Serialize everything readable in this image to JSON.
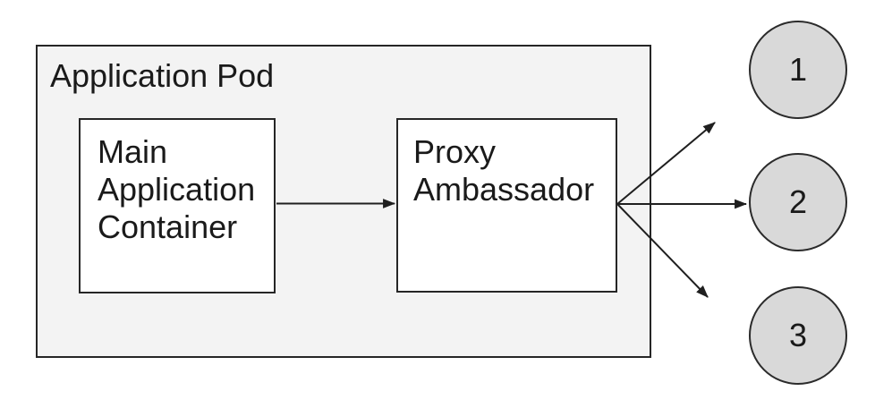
{
  "diagram": {
    "pod": {
      "label": "Application Pod"
    },
    "boxes": {
      "main": {
        "label": "Main\nApplication\nContainer"
      },
      "proxy": {
        "label": "Proxy\nAmbassador"
      }
    },
    "nodes": [
      {
        "value": "1"
      },
      {
        "value": "2"
      },
      {
        "value": "3"
      }
    ],
    "connections": [
      {
        "from": "main-application-container",
        "to": "proxy-ambassador"
      },
      {
        "from": "proxy-ambassador",
        "to": "node-1"
      },
      {
        "from": "proxy-ambassador",
        "to": "node-2"
      },
      {
        "from": "proxy-ambassador",
        "to": "node-3"
      }
    ],
    "colors": {
      "background": "#ffffff",
      "pod_fill": "#f3f3f3",
      "box_fill": "#ffffff",
      "node_fill": "#d9d9d9",
      "border": "#262626",
      "arrow": "#1f1f1f",
      "text": "#1a1a1a"
    }
  }
}
